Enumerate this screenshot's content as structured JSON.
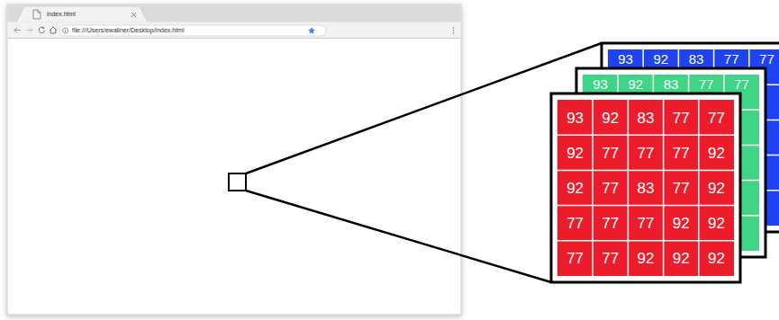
{
  "diagram": {
    "nodes": [
      {
        "text": [
          "index.html"
        ]
      },
      {
        "text": [
          "file:///Users/ewallner/Desktop/index.html"
        ]
      }
    ],
    "labels": [
      "93",
      "92",
      "83",
      "77",
      "77",
      "93",
      "92",
      "83",
      "77",
      "77",
      "93",
      "92",
      "83",
      "77",
      "77",
      "92",
      "77",
      "77",
      "77",
      "92",
      "92",
      "77",
      "83",
      "77",
      "92",
      "77",
      "77",
      "77",
      "92",
      "92",
      "77",
      "77",
      "92",
      "92",
      "92"
    ]
  }
}
